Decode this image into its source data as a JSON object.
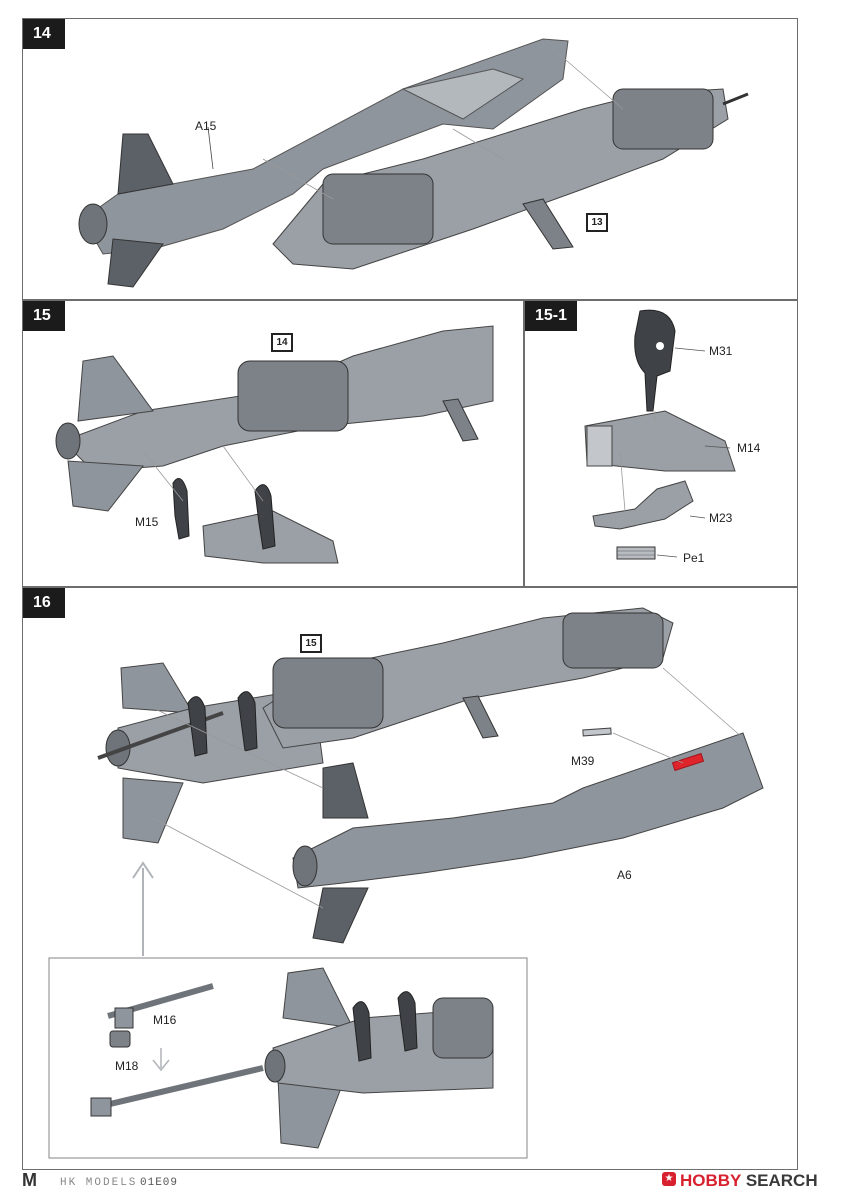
{
  "steps": {
    "s14": {
      "number": "14",
      "ref": "13",
      "parts": {
        "a15": "A15"
      }
    },
    "s15": {
      "number": "15",
      "ref": "14",
      "parts": {
        "m15": "M15"
      }
    },
    "s15_1": {
      "number": "15-1",
      "parts": {
        "m31": "M31",
        "m14": "M14",
        "m23": "M23",
        "pe1": "Pe1"
      }
    },
    "s16": {
      "number": "16",
      "ref": "15",
      "parts": {
        "m39": "M39",
        "a6": "A6",
        "m16": "M16",
        "m18": "M18"
      }
    }
  },
  "footer": {
    "brand": "HK MODELS",
    "code": "01E09"
  },
  "watermark": {
    "part1": "HOBBY",
    "part2": "SEARCH"
  },
  "colors": {
    "part_gray": "#8f959c",
    "part_dark": "#4b4f55",
    "highlight_red": "#e0242c",
    "badge_bg": "#1b1b1b"
  }
}
